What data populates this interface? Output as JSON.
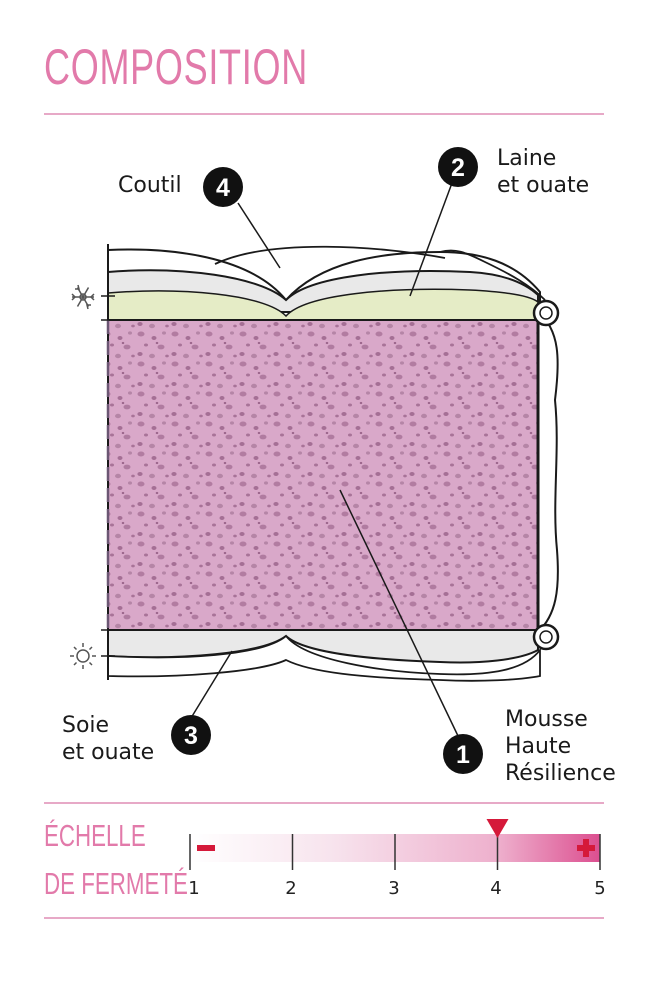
{
  "title": "COMPOSITION",
  "layers": [
    {
      "number": "1",
      "lines": [
        "Mousse",
        "Haute",
        "Résilience"
      ]
    },
    {
      "number": "2",
      "lines": [
        "Laine",
        "et ouate"
      ]
    },
    {
      "number": "3",
      "lines": [
        "Soie",
        "et ouate"
      ]
    },
    {
      "number": "4",
      "lines": [
        "Coutil"
      ]
    }
  ],
  "season_icons": {
    "top": "snowflake-icon",
    "bottom": "sun-icon"
  },
  "colors": {
    "accent": "#e27aaa",
    "foam": "#d9a8c9",
    "wool": "#e5ecc6",
    "marker": "#d5193a"
  },
  "firmness": {
    "title_line1": "ÉCHELLE",
    "title_line2": "DE FERMETÉ",
    "ticks": [
      "1",
      "2",
      "3",
      "4",
      "5"
    ],
    "min_symbol": "−",
    "max_symbol": "+",
    "value": 4
  }
}
